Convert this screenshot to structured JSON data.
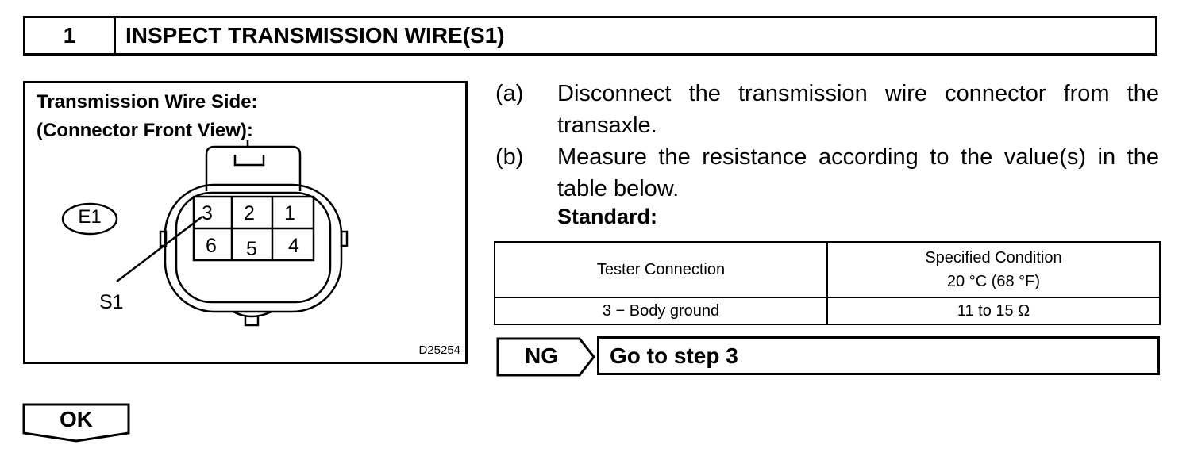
{
  "step": {
    "number": "1",
    "title": "INSPECT TRANSMISSION WIRE(S1)"
  },
  "illustration": {
    "title_line1": "Transmission Wire Side:",
    "title_line2": "(Connector Front View):",
    "connector_code": "E1",
    "pins": [
      "3",
      "2",
      "1",
      "6",
      "5",
      "4"
    ],
    "pointer_label": "S1",
    "figure_code": "D25254"
  },
  "instructions": [
    {
      "label": "(a)",
      "line1": "Disconnect the transmission wire connector from the",
      "line2": "transaxle."
    },
    {
      "label": "(b)",
      "line1": "Measure the resistance according to the value(s) in the",
      "line2": "table below."
    }
  ],
  "standard_label": "Standard:",
  "spec_table": {
    "headers": [
      "Tester Connection",
      "Specified Condition",
      "20 °C (68 °F)"
    ],
    "rows": [
      {
        "connection": "3 − Body ground",
        "condition": "11 to 15 Ω"
      }
    ]
  },
  "ng": {
    "label": "NG",
    "action": "Go to step 3"
  },
  "ok": {
    "label": "OK"
  }
}
